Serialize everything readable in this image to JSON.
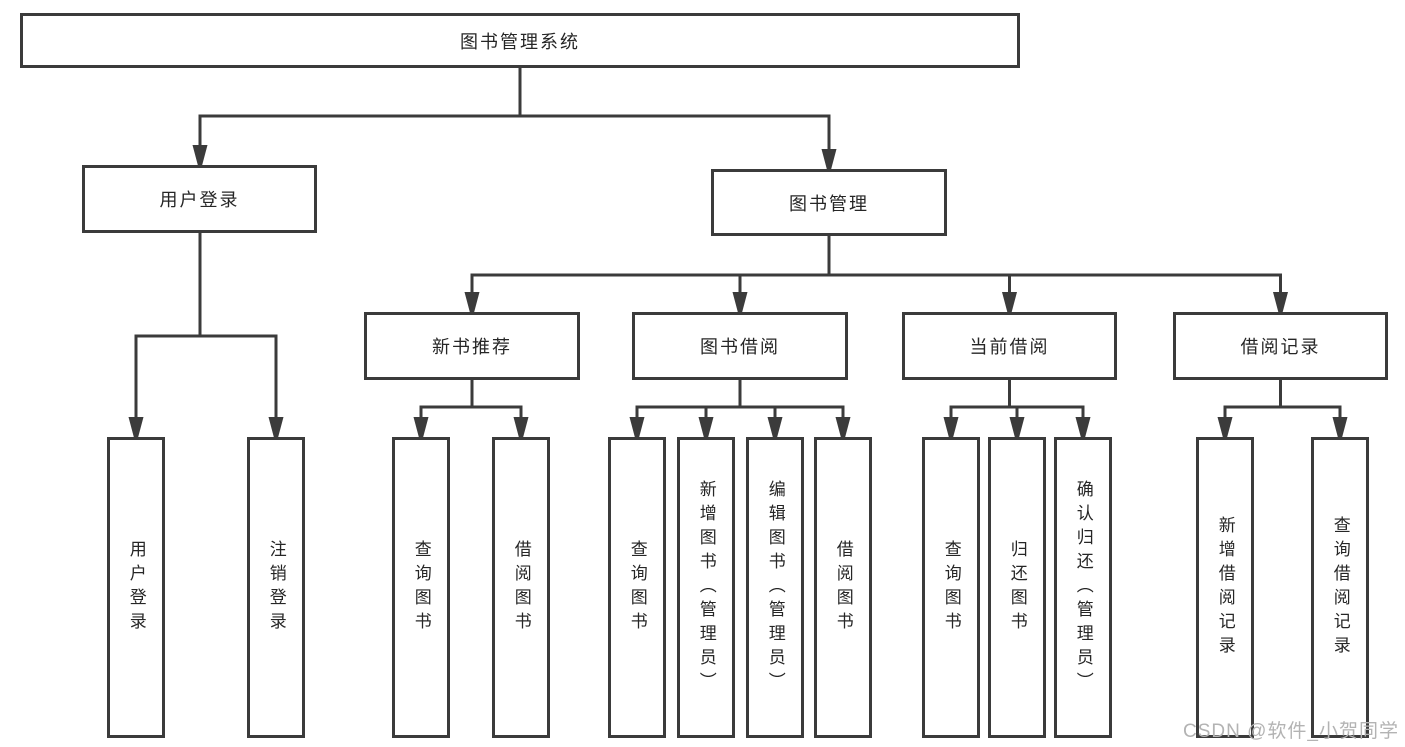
{
  "diagram": {
    "type": "hierarchy-tree",
    "line_color": "#3b3b3b",
    "box_background": "#ffffff",
    "text_color": "#262626",
    "tree": {
      "label": "图书管理系统",
      "children": [
        {
          "label": "用户登录",
          "children": [
            {
              "label": "用户登录"
            },
            {
              "label": "注销登录"
            }
          ]
        },
        {
          "label": "图书管理",
          "children": [
            {
              "label": "新书推荐",
              "children": [
                {
                  "label": "查询图书"
                },
                {
                  "label": "借阅图书"
                }
              ]
            },
            {
              "label": "图书借阅",
              "children": [
                {
                  "label": "查询图书"
                },
                {
                  "label": "新增图书（管理员）"
                },
                {
                  "label": "编辑图书（管理员）"
                },
                {
                  "label": "借阅图书"
                }
              ]
            },
            {
              "label": "当前借阅",
              "children": [
                {
                  "label": "查询图书"
                },
                {
                  "label": "归还图书"
                },
                {
                  "label": "确认归还（管理员）"
                }
              ]
            },
            {
              "label": "借阅记录",
              "children": [
                {
                  "label": "新增借阅记录"
                },
                {
                  "label": "查询借阅记录"
                }
              ]
            }
          ]
        }
      ]
    }
  },
  "watermark": {
    "text": "CSDN @软件_小贺同学",
    "color": "#b3b3b3"
  }
}
